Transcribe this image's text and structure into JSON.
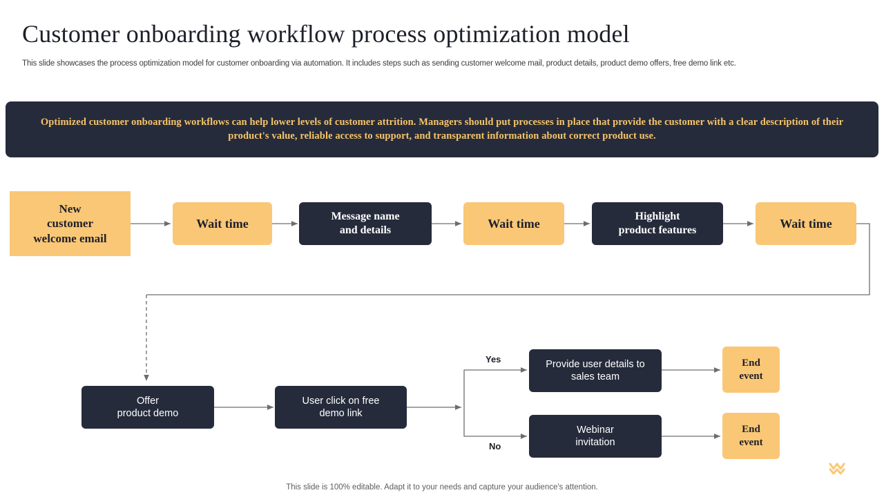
{
  "slide": {
    "title": "Customer onboarding workflow process optimization model",
    "subtitle": "This slide showcases the process optimization model for customer onboarding via automation. It includes steps such as sending customer welcome mail, product details, product demo offers, free demo link etc.",
    "banner": "Optimized customer onboarding  workflows can help lower levels of customer attrition. Managers should put processes in place that provide the customer with a clear description of their product's value, reliable access to support, and transparent information about correct product use.",
    "footer": "This slide is 100% editable. Adapt it to your needs and capture your audience's attention."
  },
  "colors": {
    "dark": "#252b3b",
    "amber": "#fac776",
    "banner_text": "#f7c469",
    "arrow": "#6d6d6d"
  },
  "flow": {
    "row1": [
      {
        "id": "new-customer-welcome-email",
        "label": "New\ncustomer\nwelcome  email",
        "style": "amber",
        "font": "serif"
      },
      {
        "id": "wait-time-1",
        "label": "Wait time",
        "style": "amber",
        "font": "serif"
      },
      {
        "id": "message-name-and-details",
        "label": "Message name\nand details",
        "style": "dark",
        "font": "serif"
      },
      {
        "id": "wait-time-2",
        "label": "Wait time",
        "style": "amber",
        "font": "serif"
      },
      {
        "id": "highlight-product-features",
        "label": "Highlight\nproduct features",
        "style": "dark",
        "font": "serif"
      },
      {
        "id": "wait-time-3",
        "label": "Wait time",
        "style": "amber",
        "font": "serif"
      }
    ],
    "row2": [
      {
        "id": "offer-product-demo",
        "label": "Offer\nproduct demo",
        "style": "dark",
        "font": "sans"
      },
      {
        "id": "user-click-on-free-demo-link",
        "label": "User click on free\ndemo link",
        "style": "dark",
        "font": "sans"
      },
      {
        "id": "provide-user-details-to-sales-team",
        "label": "Provide user details to\nsales team",
        "style": "dark",
        "font": "sans"
      },
      {
        "id": "end-event-yes",
        "label": "End\nevent",
        "style": "amber",
        "font": "serif"
      },
      {
        "id": "webinar-invitation",
        "label": "Webinar\ninvitation",
        "style": "dark",
        "font": "sans"
      },
      {
        "id": "end-event-no",
        "label": "End\nevent",
        "style": "amber",
        "font": "serif"
      }
    ],
    "branch_labels": {
      "yes": "Yes",
      "no": "No"
    }
  }
}
